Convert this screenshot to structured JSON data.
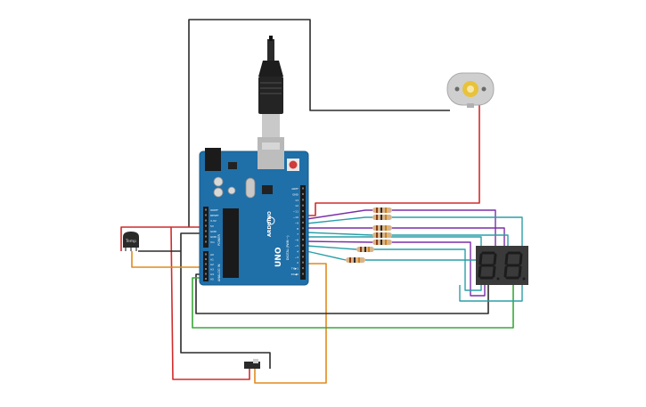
{
  "board": {
    "brand": "ARDUINO",
    "model": "UNO",
    "power_header_label": "POWER",
    "analog_header_label": "ANALOG IN",
    "power_pins": [
      "IOREF",
      "RESET",
      "3.3V",
      "5V",
      "GND",
      "GND",
      "Vin"
    ],
    "analog_pins": [
      "A0",
      "A1",
      "A2",
      "A3",
      "A4",
      "A5"
    ],
    "digital_pins": [
      "AREF",
      "GND",
      "13",
      "12",
      "~11",
      "~10",
      "~9",
      "8",
      "7",
      "~6",
      "~5",
      "4",
      "~3",
      "2",
      "TX▶1",
      "RX◀0"
    ],
    "digital_header_label": "DIGITAL (PWM ~)"
  },
  "sensor": {
    "label": "Temp"
  },
  "colors": {
    "wire_red": "#d12b2b",
    "wire_black": "#2b2b2b",
    "wire_orange": "#e08a1e",
    "wire_green": "#3aa63a",
    "wire_purple": "#7a2fa8",
    "wire_teal": "#2a9fa8",
    "board": "#1f6fa8",
    "display": "#3a3a3a"
  },
  "icons": [
    "usb-cable-icon",
    "dc-motor-icon",
    "temperature-sensor-icon",
    "slide-switch-icon",
    "seven-segment-display-icon",
    "resistor-icon"
  ]
}
